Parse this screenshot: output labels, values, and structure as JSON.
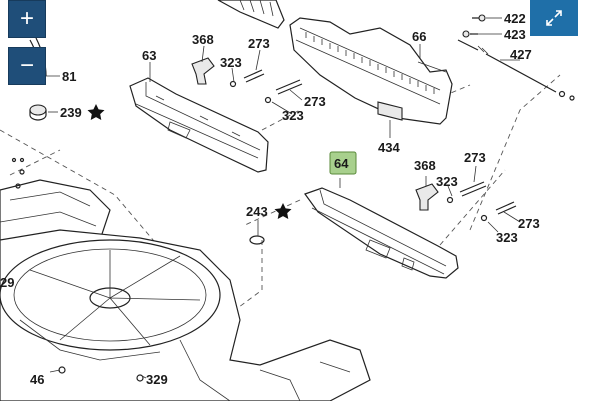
{
  "controls": {
    "zoom_in": "+",
    "zoom_out": "−",
    "fullscreen": "⤢"
  },
  "labels": {
    "p81": "81",
    "p239": "239",
    "p63": "63",
    "p368a": "368",
    "p273a": "273",
    "p323a": "323",
    "p273b": "273",
    "p323b": "323",
    "p66": "66",
    "p434": "434",
    "p422": "422",
    "p423": "423",
    "p427": "427",
    "p64": "64",
    "p368b": "368",
    "p323c": "323",
    "p273c": "273",
    "p273d": "273",
    "p323d": "323",
    "p243": "243",
    "p29": "29",
    "p46": "46",
    "p329": "329"
  },
  "colors": {
    "highlight_fill": "#a8d08d",
    "highlight_stroke": "#5a8a3a",
    "control_bg": "#1f4e79",
    "fullscreen_bg": "#1f6fa8"
  }
}
